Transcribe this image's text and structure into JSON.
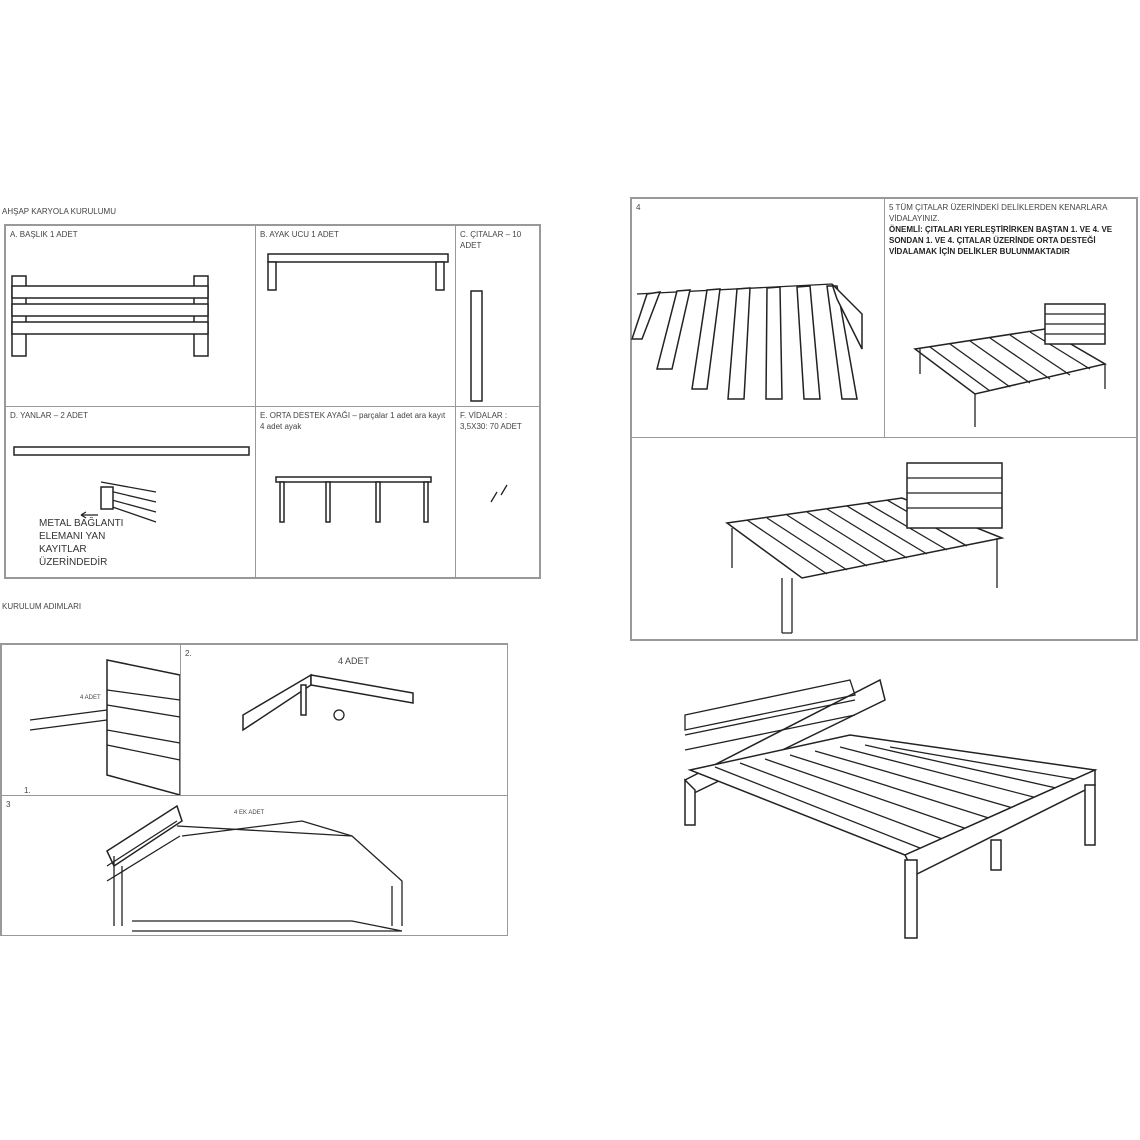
{
  "parts_section": {
    "title": "AHŞAP KARYOLA KURULUMU",
    "parts": [
      {
        "label": "A. BAŞLIK 1 ADET"
      },
      {
        "label": "B. AYAK UCU 1 ADET"
      },
      {
        "label": "C. ÇITALAR – 10 ADET"
      },
      {
        "label": "D. YANLAR – 2 ADET"
      },
      {
        "label": "E. ORTA DESTEK AYAĞI – parçalar 1 adet ara kayıt 4 adet ayak"
      },
      {
        "label": "F. VİDALAR : 3,5X30: 70 ADET"
      }
    ],
    "metal_note": "METAL BAĞLANTI ELEMANI YAN KAYITLAR ÜZERİNDEDİR"
  },
  "steps_section": {
    "title": "KURULUM ADIMLARI",
    "step1": {
      "number": "1.",
      "callout": "4 ADET"
    },
    "step2": {
      "number": "2.",
      "callout": "4 ADET"
    },
    "step3": {
      "number": "3",
      "callout": "4 EK ADET"
    },
    "step4": {
      "number": "4"
    },
    "step5": {
      "text": "5 TÜM ÇITALAR ÜZERİNDEKİ DELİKLERDEN KENARLARA VİDALAYINIZ.",
      "warning": "ÖNEMLİ: ÇITALARI YERLEŞTİRİRKEN BAŞTAN 1. VE 4. VE SONDAN 1. VE 4. ÇITALAR ÜZERİNDE ORTA DESTEĞİ VİDALAMAK İÇİN DELİKLER BULUNMAKTADIR"
    }
  }
}
